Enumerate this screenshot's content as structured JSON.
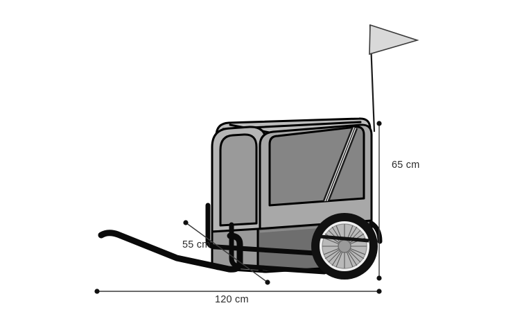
{
  "scene": {
    "title": "Bike trailer dimension diagram",
    "background_color": "#ffffff"
  },
  "product": {
    "name": "bike-trailer",
    "parts": [
      "pennant-flag",
      "flag-pole",
      "canopy",
      "side-window",
      "reflective-stripe",
      "lower-body-panel",
      "tubular-frame",
      "support-legs",
      "spoked-wheel",
      "tow-bar"
    ]
  },
  "dimensions": {
    "height": {
      "label": "65 cm",
      "value": 65,
      "unit": "cm",
      "orientation": "vertical"
    },
    "length": {
      "label": "120 cm",
      "value": 120,
      "unit": "cm",
      "orientation": "horizontal"
    },
    "depth": {
      "label": "55 cm",
      "value": 55,
      "unit": "cm",
      "orientation": "diagonal"
    }
  },
  "colors": {
    "background": "#ffffff",
    "outline": "#000000",
    "canopy_light": "#b5b5b5",
    "canopy_mid": "#9a9a9a",
    "canopy_dark": "#8c8c8c",
    "window_fill": "#858585",
    "lower_body": "#6e6e6e",
    "lower_body_dark": "#5f5f5f",
    "flag_fill": "#d9d9d9",
    "tire": "#111111",
    "rim": "#e8e8e8",
    "hub": "#9a9a9a",
    "dimension_line": "#3a3a3a",
    "label_text": "#2b2b2b"
  }
}
